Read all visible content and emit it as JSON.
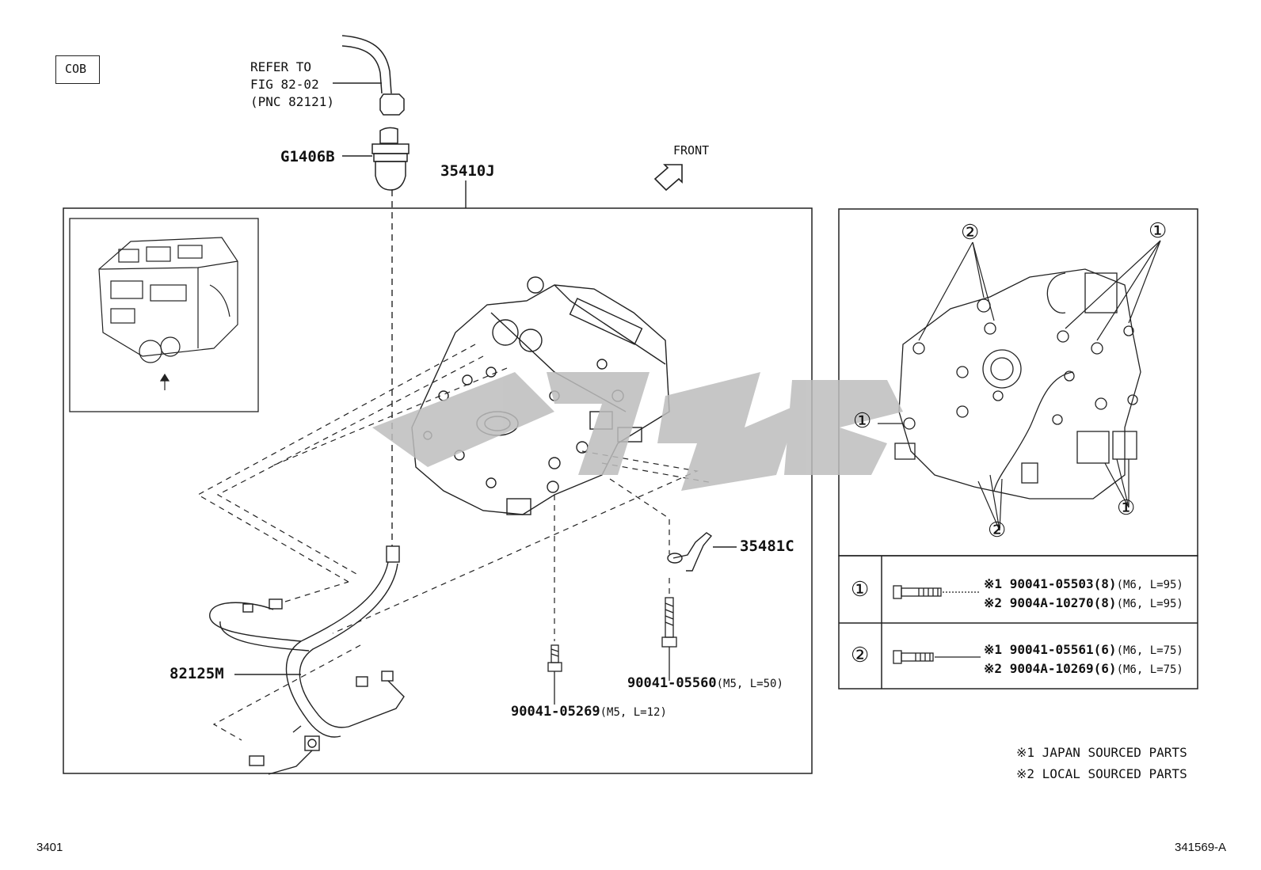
{
  "header": {
    "code_box": "COB",
    "refer_lines": [
      "REFER TO",
      "FIG 82-02",
      "(PNC 82121)"
    ],
    "front_label": "FRONT"
  },
  "parts": {
    "connector": "G1406B",
    "valve_body_assy": "35410J",
    "bracket": "35481C",
    "wire_harness": "82125M",
    "bolt_a": {
      "number": "90041-05269",
      "spec": "(M5, L=12)"
    },
    "bolt_b": {
      "number": "90041-05560",
      "spec": "(M5, L=50)"
    }
  },
  "bolt_table": {
    "rows": [
      {
        "key": "①",
        "lines": [
          {
            "mark": "※1",
            "number": "90041-05503",
            "qty": "(8)",
            "spec": "(M6, L=95)"
          },
          {
            "mark": "※2",
            "number": "9004A-10270",
            "qty": "(8)",
            "spec": "(M6, L=95)"
          }
        ]
      },
      {
        "key": "②",
        "lines": [
          {
            "mark": "※1",
            "number": "90041-05561",
            "qty": "(6)",
            "spec": "(M6, L=75)"
          },
          {
            "mark": "※2",
            "number": "9004A-10269",
            "qty": "(6)",
            "spec": "(M6, L=75)"
          }
        ]
      }
    ]
  },
  "callouts": {
    "one": "①",
    "two": "②"
  },
  "notes": [
    "※1 JAPAN SOURCED PARTS",
    "※2 LOCAL SOURCED PARTS"
  ],
  "footer": {
    "left": "3401",
    "right": "341569-A"
  },
  "colors": {
    "line": "#222222",
    "watermark": "#bdbdbd"
  }
}
